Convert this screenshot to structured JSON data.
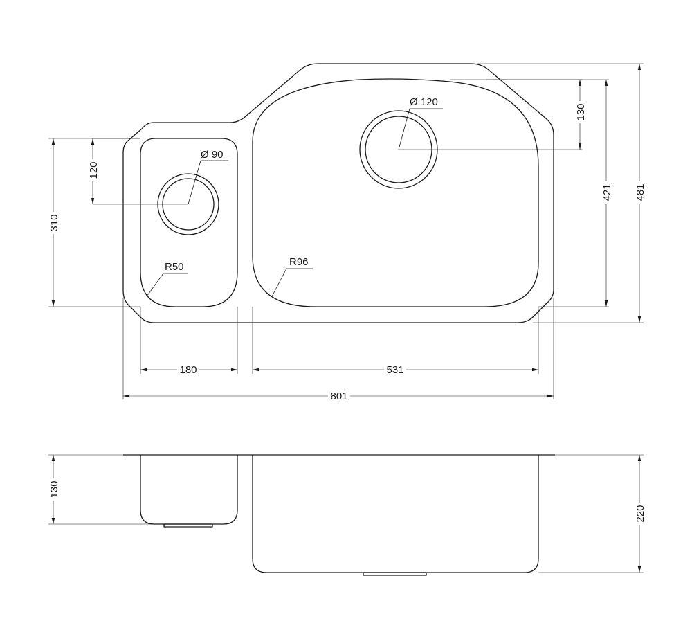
{
  "plan_view": {
    "overall_width": "801",
    "overall_depth": "481",
    "large_bowl_width": "531",
    "large_bowl_depth": "421",
    "small_bowl_width": "180",
    "small_bowl_depth": "310",
    "large_drain_diameter": "Ø 120",
    "small_drain_diameter": "Ø 90",
    "large_drain_offset": "130",
    "small_drain_offset": "120",
    "large_corner_radius": "R96",
    "small_corner_radius": "R50"
  },
  "section_view": {
    "small_bowl_height": "130",
    "large_bowl_height": "220"
  }
}
